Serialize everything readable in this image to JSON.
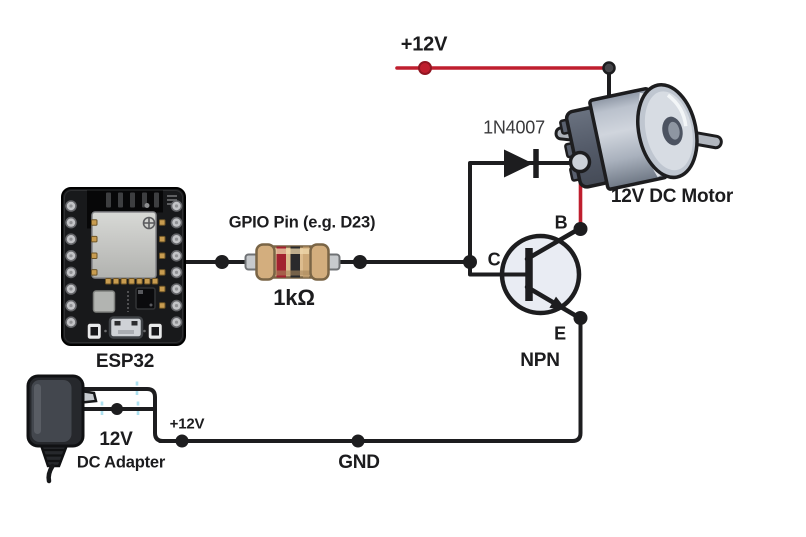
{
  "colors": {
    "background": "#ffffff",
    "wire": "#1d1d1f",
    "wire_positive": "#bf1e2e",
    "clip_mark": "#aee1f0",
    "transistor_fill": "#e9ecf3",
    "resistor_body": "#dcbc8e",
    "resistor_band_red": "#a22230",
    "resistor_band_black": "#2a2a2c",
    "motor_body": "#b7bfca",
    "pcb_black": "#18191b",
    "module_shield": "#c6c7c4",
    "adapter_body": "#34373d"
  },
  "labels": {
    "supply_rail": "+12V",
    "diode_part": "1N4007",
    "motor": "12V DC Motor",
    "gpio_pin": "GPIO Pin (e.g. D23)",
    "resistor_value": "1kΩ",
    "board": "ESP32",
    "transistor": {
      "collector": "C",
      "base": "B",
      "emitter": "E",
      "type": "NPN"
    },
    "adapter": {
      "voltage": "12V",
      "name": "DC Adapter",
      "output": "+12V"
    },
    "ground": "GND"
  }
}
